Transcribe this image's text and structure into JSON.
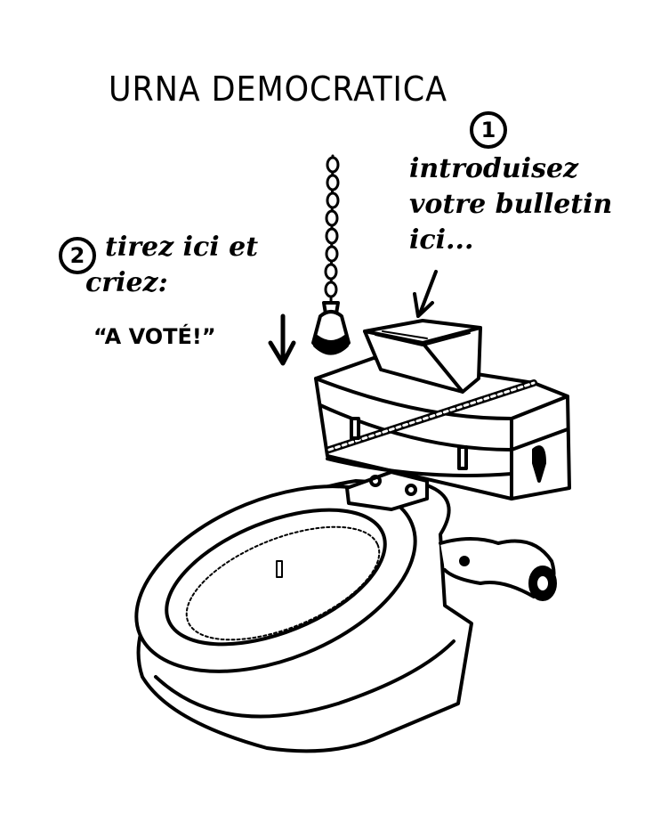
{
  "title": "URNA DEMOCRATICA",
  "step1": {
    "number": "1",
    "text": "introduisez votre bulletin ici..."
  },
  "step2": {
    "number": "2",
    "line1": "tirez ici et",
    "line2": "criez:",
    "line3": "“A VOTÉ!”"
  },
  "colors": {
    "ink": "#000000",
    "paper": "#ffffff"
  }
}
